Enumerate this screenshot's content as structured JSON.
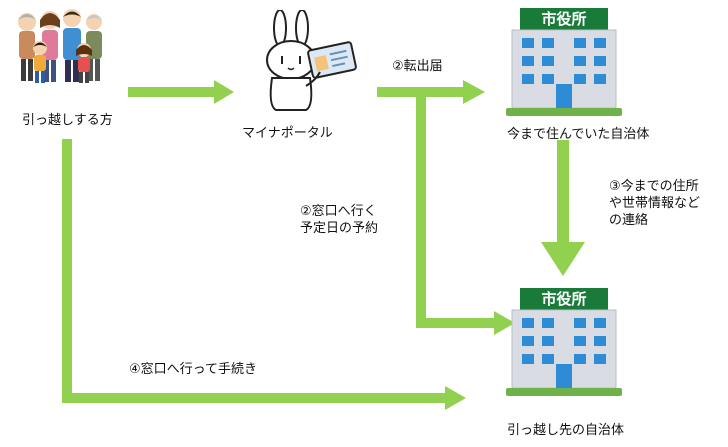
{
  "nodes": {
    "family": "引っ越しする方",
    "portal": "マイナポータル",
    "current_city": "今まで住んでいた自治体",
    "new_city": "引っ越し先の自治体"
  },
  "buildings": {
    "sign_text": "市役所"
  },
  "steps": {
    "step2_notice": "②転出届",
    "step2_reservation_line1": "②窓口へ行く",
    "step2_reservation_line2": "予定日の予約",
    "step3_line1": "③今までの住所",
    "step3_line2": "や世帯情報など",
    "step3_line3": "の連絡",
    "step4": "④窓口へ行って手続き"
  },
  "colors": {
    "arrow": "#92d050",
    "building_sign": "#1a7a3a",
    "building_body": "#d9dde3",
    "window": "#2e8bd6"
  }
}
